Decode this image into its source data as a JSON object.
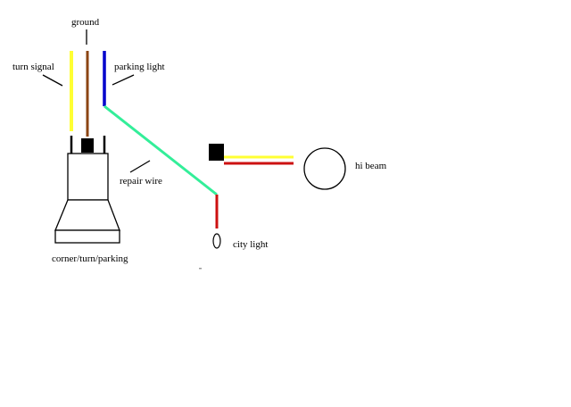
{
  "labels": {
    "ground": "ground",
    "turn_signal": "turn signal",
    "parking_light": "parking light",
    "repair_wire": "repair wire",
    "hi_beam": "hi beam",
    "city_light": "city light",
    "socket": "corner/turn/parking"
  },
  "wire_colors": {
    "turn_signal": "#ffff33",
    "ground": "#8b4513",
    "parking_light": "#0000cc",
    "repair_wire": "#33ee99",
    "city_light": "#cc1111",
    "hi_beam_yellow": "#ffff33",
    "hi_beam_red": "#cc1111"
  }
}
